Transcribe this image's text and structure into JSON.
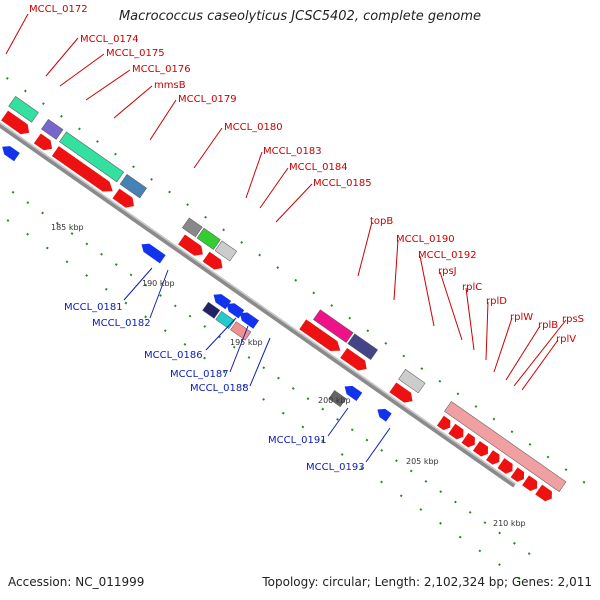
{
  "title": "Macrococcus caseolyticus JCSC5402, complete genome",
  "footer": {
    "accession": "Accession: NC_011999",
    "summary": "Topology: circular; Length: 2,102,324 bp; Genes: 2,011"
  },
  "colors": {
    "forward_label": "#cc0000",
    "reverse_label": "#1020b0",
    "cds_forward": "#ee1111",
    "cds_reverse": "#1133ee",
    "tick": "#228b22",
    "backbone": "#888888"
  },
  "scale_labels": [
    "185 kbp",
    "190 kbp",
    "195 kbp",
    "200 kbp",
    "205 kbp",
    "210 kbp"
  ],
  "gene_labels": [
    {
      "name": "MCCL_0172",
      "strand": "forward"
    },
    {
      "name": "MCCL_0174",
      "strand": "forward"
    },
    {
      "name": "MCCL_0175",
      "strand": "forward"
    },
    {
      "name": "MCCL_0176",
      "strand": "forward"
    },
    {
      "name": "mmsB",
      "strand": "forward"
    },
    {
      "name": "MCCL_0179",
      "strand": "forward"
    },
    {
      "name": "MCCL_0180",
      "strand": "forward"
    },
    {
      "name": "MCCL_0183",
      "strand": "forward"
    },
    {
      "name": "MCCL_0184",
      "strand": "forward"
    },
    {
      "name": "MCCL_0185",
      "strand": "forward"
    },
    {
      "name": "topB",
      "strand": "forward"
    },
    {
      "name": "MCCL_0190",
      "strand": "forward"
    },
    {
      "name": "MCCL_0192",
      "strand": "forward"
    },
    {
      "name": "rpsJ",
      "strand": "forward"
    },
    {
      "name": "rplC",
      "strand": "forward"
    },
    {
      "name": "rplD",
      "strand": "forward"
    },
    {
      "name": "rplW",
      "strand": "forward"
    },
    {
      "name": "rplB",
      "strand": "forward"
    },
    {
      "name": "rpsS",
      "strand": "forward"
    },
    {
      "name": "rplV",
      "strand": "forward"
    },
    {
      "name": "MCCL_0181",
      "strand": "reverse"
    },
    {
      "name": "MCCL_0182",
      "strand": "reverse"
    },
    {
      "name": "MCCL_0186",
      "strand": "reverse"
    },
    {
      "name": "MCCL_0187",
      "strand": "reverse"
    },
    {
      "name": "MCCL_0188",
      "strand": "reverse"
    },
    {
      "name": "MCCL_0191",
      "strand": "reverse"
    },
    {
      "name": "MCCL_0193",
      "strand": "reverse"
    }
  ]
}
